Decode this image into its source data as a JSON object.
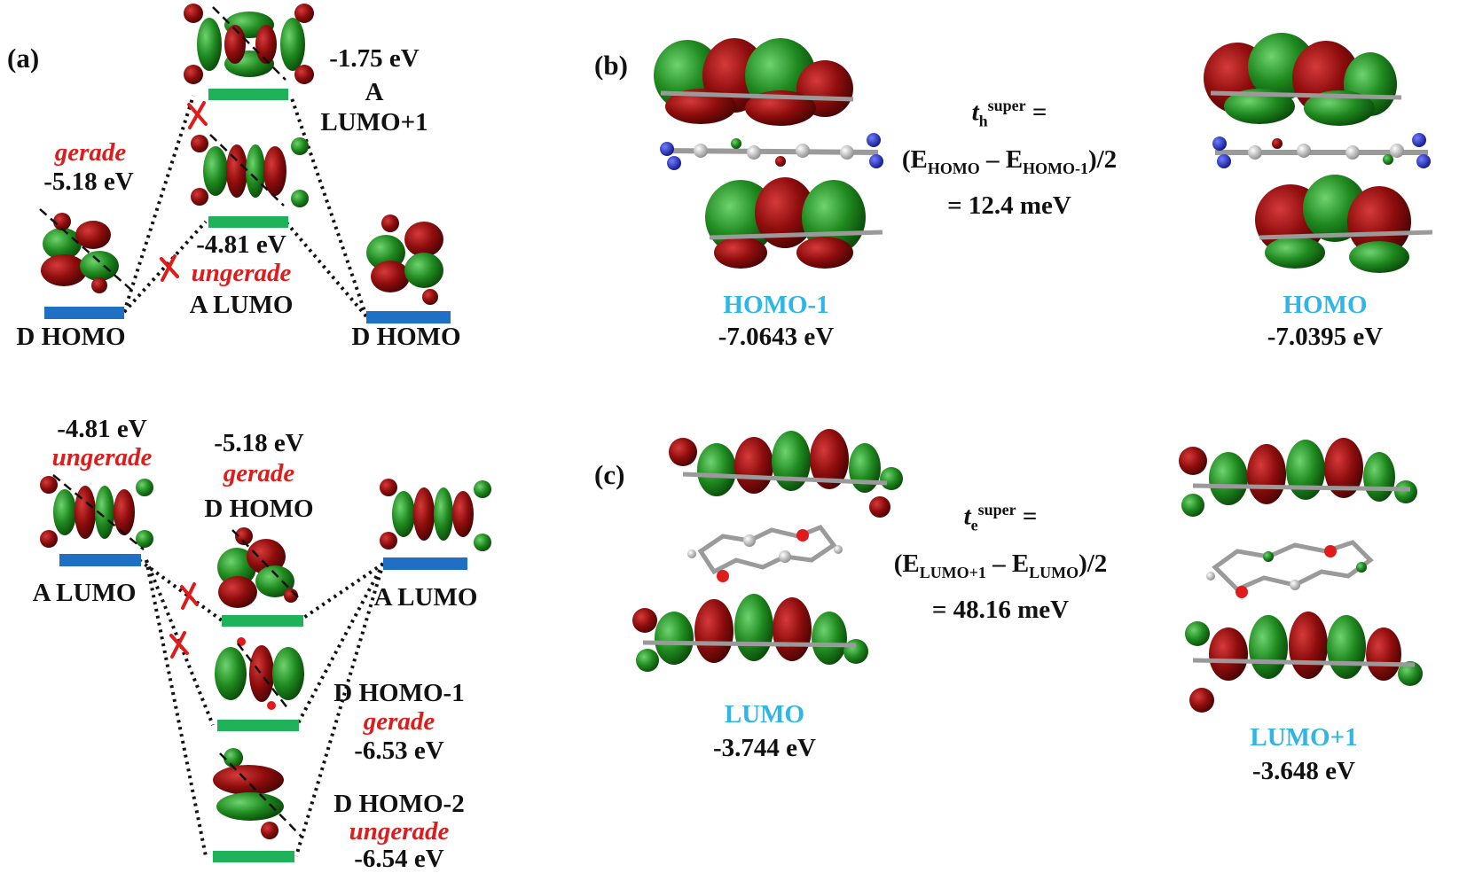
{
  "colors": {
    "donor_level": "#1f6fc4",
    "acceptor_level": "#1fb25a",
    "lobe_red": "#8e0d0d",
    "lobe_green": "#1f8a1f",
    "forbidden": "#e01b1b",
    "orbital_label": "#2fb6e6"
  },
  "panel_a": {
    "label": "(a)",
    "top": {
      "lumo1_energy": "-1.75 eV",
      "lumo1_name_1": "A",
      "lumo1_name_2": "LUMO+1",
      "left_sym": "gerade",
      "left_energy": "-5.18 eV",
      "lumo_energy": "-4.81 eV",
      "lumo_sym": "ungerade",
      "lumo_name": "A LUMO",
      "left_name": "D HOMO",
      "right_name": "D HOMO"
    },
    "bottom": {
      "left_energy": "-4.81 eV",
      "left_sym": "ungerade",
      "mid_energy": "-5.18 eV",
      "mid_sym": "gerade",
      "mid_name": "D HOMO",
      "left_name": "A LUMO",
      "right_name": "A LUMO",
      "homo1_name": "D HOMO-1",
      "homo1_sym": "gerade",
      "homo1_energy": "-6.53 eV",
      "homo2_name": "D HOMO-2",
      "homo2_sym": "ungerade",
      "homo2_energy": "-6.54 eV"
    }
  },
  "panel_b": {
    "label": "(b)",
    "left_name": "HOMO-1",
    "left_energy": "-7.0643 eV",
    "right_name": "HOMO",
    "right_energy": "-7.0395 eV",
    "eq_t": "t",
    "eq_t_sub": "h",
    "eq_t_sup": "super",
    "eq_equals": " =",
    "eq_open": "(E",
    "eq_sub1": "HOMO",
    "eq_minus": " – E",
    "eq_sub2": "HOMO-1",
    "eq_close": ")/2",
    "eq_result": "= 12.4 meV"
  },
  "panel_c": {
    "label": "(c)",
    "left_name": "LUMO",
    "left_energy": "-3.744 eV",
    "right_name": "LUMO+1",
    "right_energy": "-3.648 eV",
    "eq_t": "t",
    "eq_t_sub": "e",
    "eq_t_sup": "super",
    "eq_equals": " =",
    "eq_open": "(E",
    "eq_sub1": "LUMO+1",
    "eq_minus": " – E",
    "eq_sub2": "LUMO",
    "eq_close": ")/2",
    "eq_result": "= 48.16 meV"
  }
}
